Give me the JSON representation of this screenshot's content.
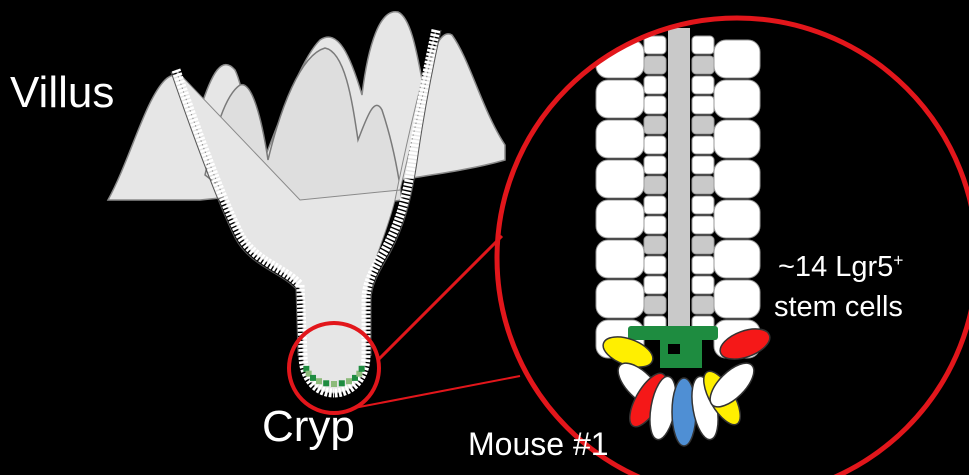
{
  "labels": {
    "villus": "Villus",
    "crypt": "Cryp",
    "mouse": "Mouse #1",
    "stem_line1_prefix": "~14 Lgr5",
    "stem_line1_superscript": "+",
    "stem_line2": "stem cells"
  },
  "colors": {
    "background": "#000000",
    "tissue": "#e6e6e6",
    "tissue_outline": "#7a7a7a",
    "epithelium_border": "#ffffff",
    "magnifier_circle": "#e2161b",
    "stem_cell_green": "#1e8c40",
    "paneth_light_green": "#8dbb7b",
    "yellow_cell": "#ffef00",
    "red_cell": "#f51818",
    "blue_cell": "#4f8fd4",
    "cell_white": "#ffffff",
    "cell_grey": "#c9c9c9",
    "text": "#ffffff"
  }
}
